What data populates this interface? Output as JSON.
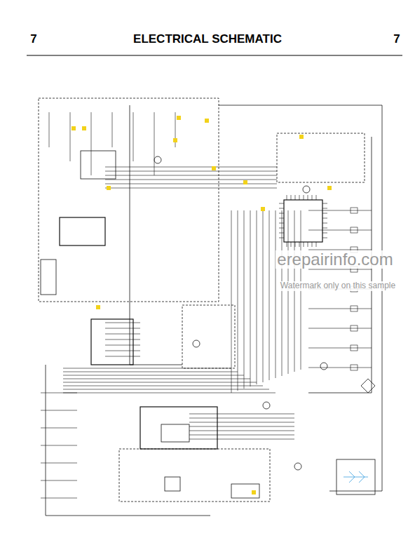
{
  "diagram": {
    "title": "ELECTRICAL SCHEMATIC",
    "labels": [
      "7",
      "7",
      "erepairinfo.com",
      "Watermark only on this sample"
    ]
  }
}
